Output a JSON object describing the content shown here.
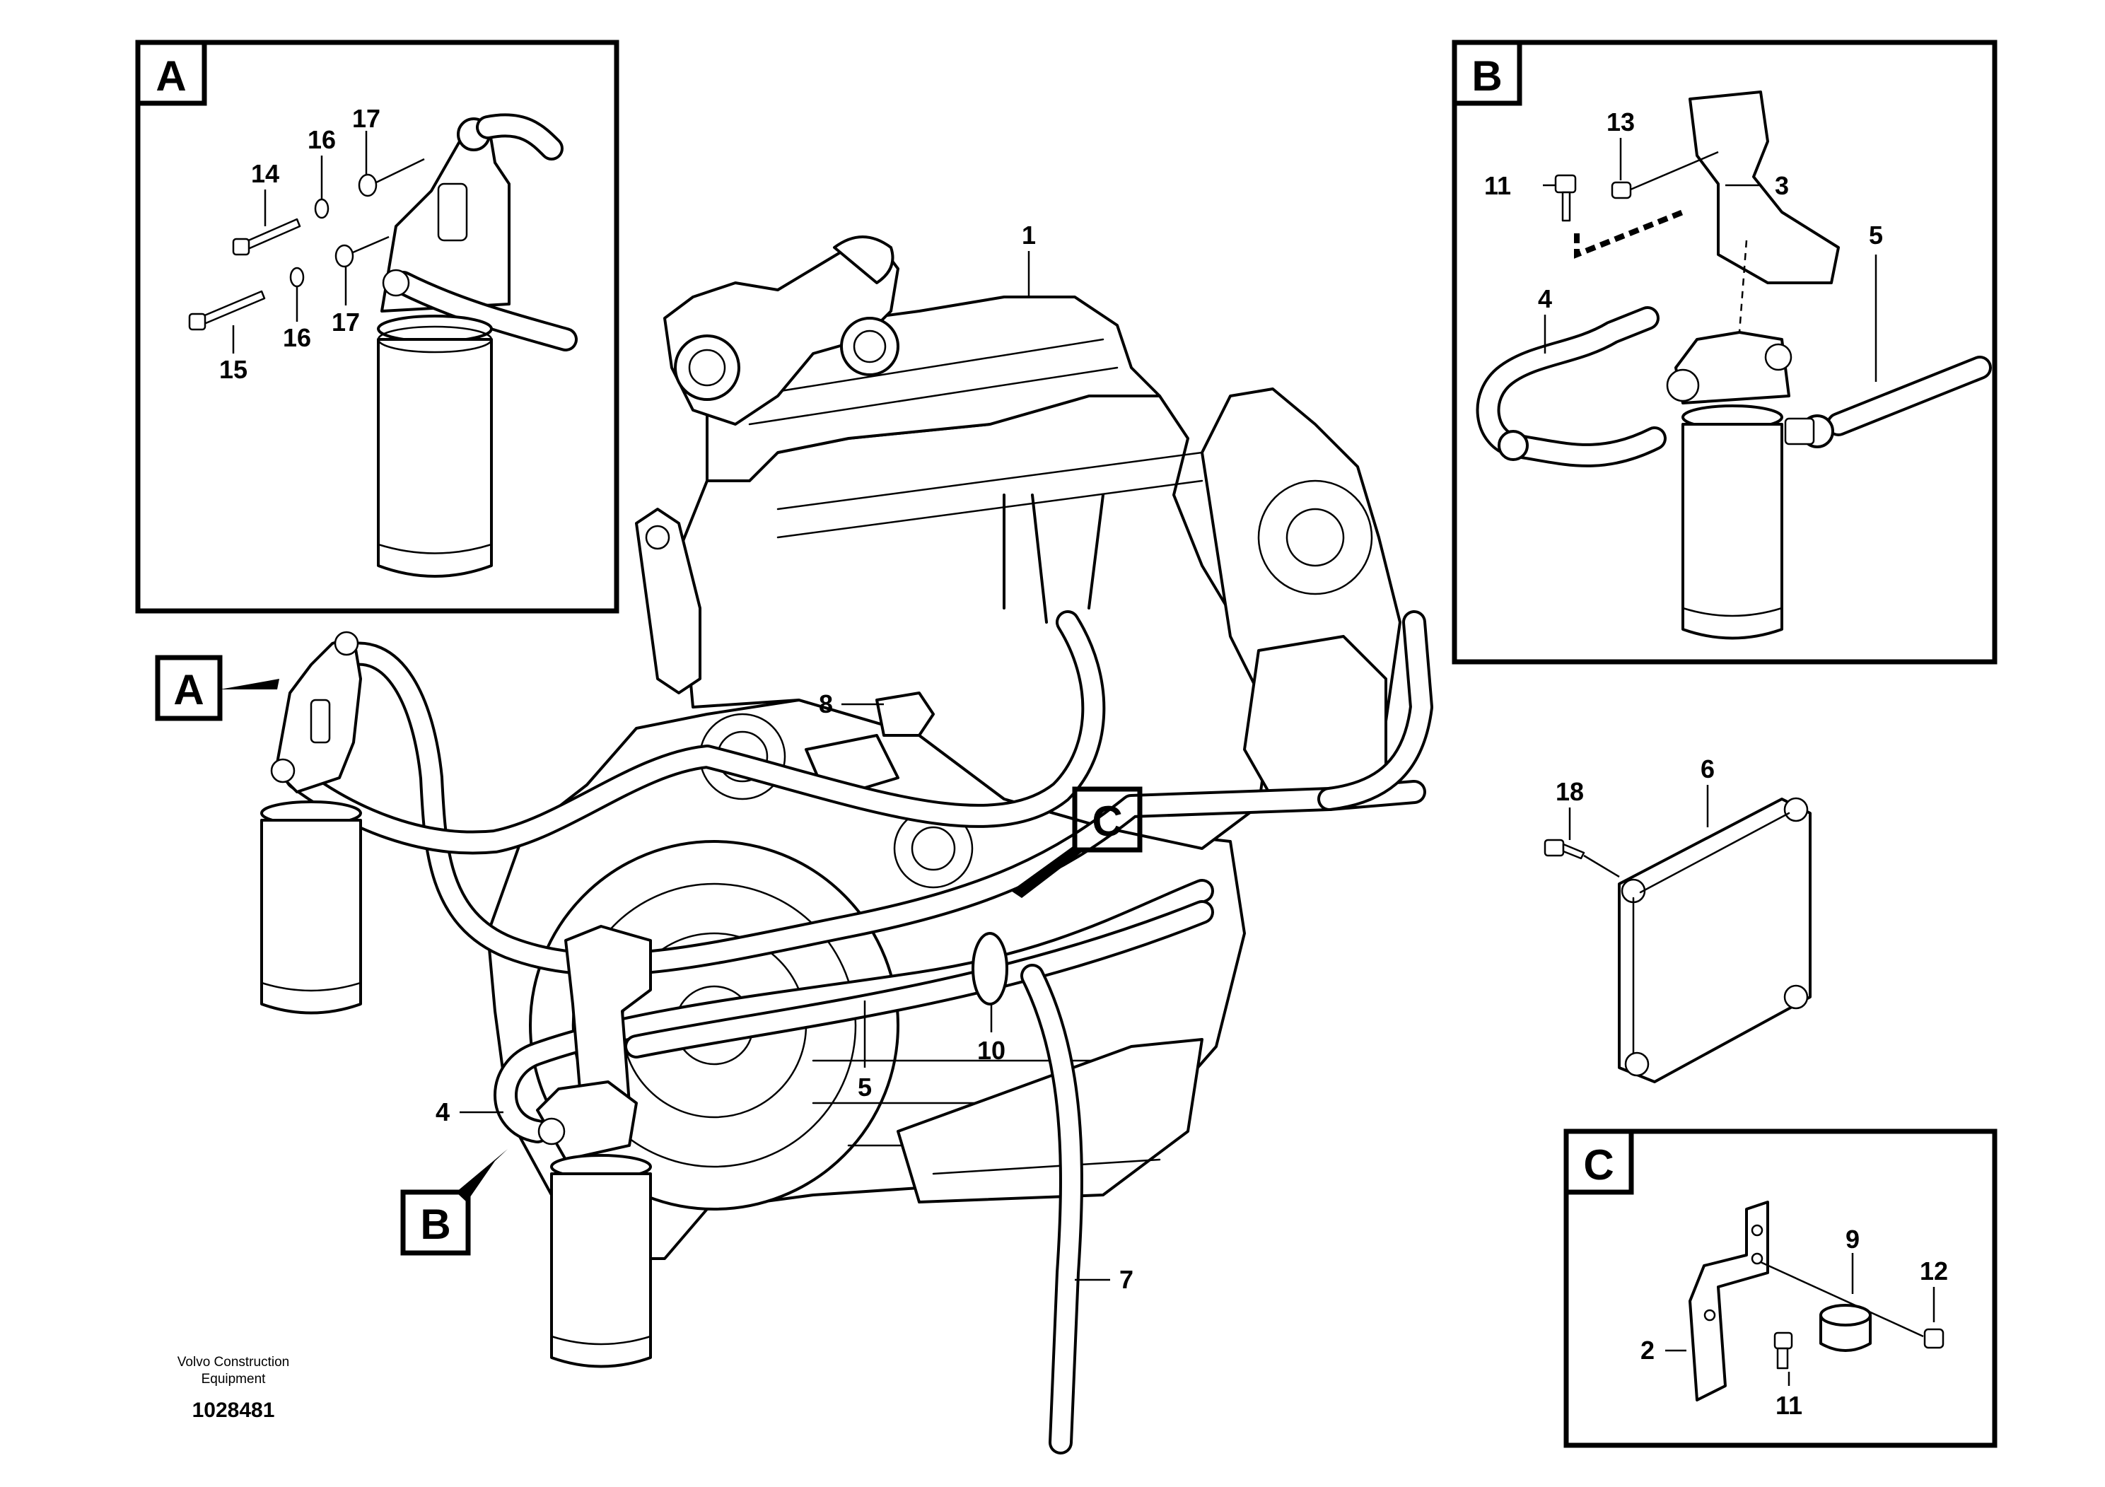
{
  "inset_tags": {
    "a": "A",
    "b": "B",
    "c": "C"
  },
  "main_tags": {
    "a": "A",
    "b": "B",
    "c": "C"
  },
  "inset_a": {
    "callouts": {
      "c14": "14",
      "c15": "15",
      "c16a": "16",
      "c16b": "16",
      "c17a": "17",
      "c17b": "17"
    }
  },
  "inset_b": {
    "callouts": {
      "c11": "11",
      "c13": "13",
      "c3": "3",
      "c4": "4",
      "c5": "5"
    }
  },
  "inset_c": {
    "callouts": {
      "c2": "2",
      "c9": "9",
      "c11": "11",
      "c12": "12"
    }
  },
  "main": {
    "callouts": {
      "c1": "1",
      "c4": "4",
      "c5": "5",
      "c6": "6",
      "c7": "7",
      "c8": "8",
      "c10": "10",
      "c18": "18"
    }
  },
  "footer": {
    "brand_line1": "Volvo Construction",
    "brand_line2": "Equipment",
    "drawing_number": "1028481"
  },
  "icons": [
    "arrow-pointer-icon",
    "oil-filter-icon",
    "bolt-icon",
    "washer-icon",
    "bracket-icon",
    "clamp-icon",
    "control-unit-icon",
    "hose-icon",
    "engine-icon"
  ]
}
